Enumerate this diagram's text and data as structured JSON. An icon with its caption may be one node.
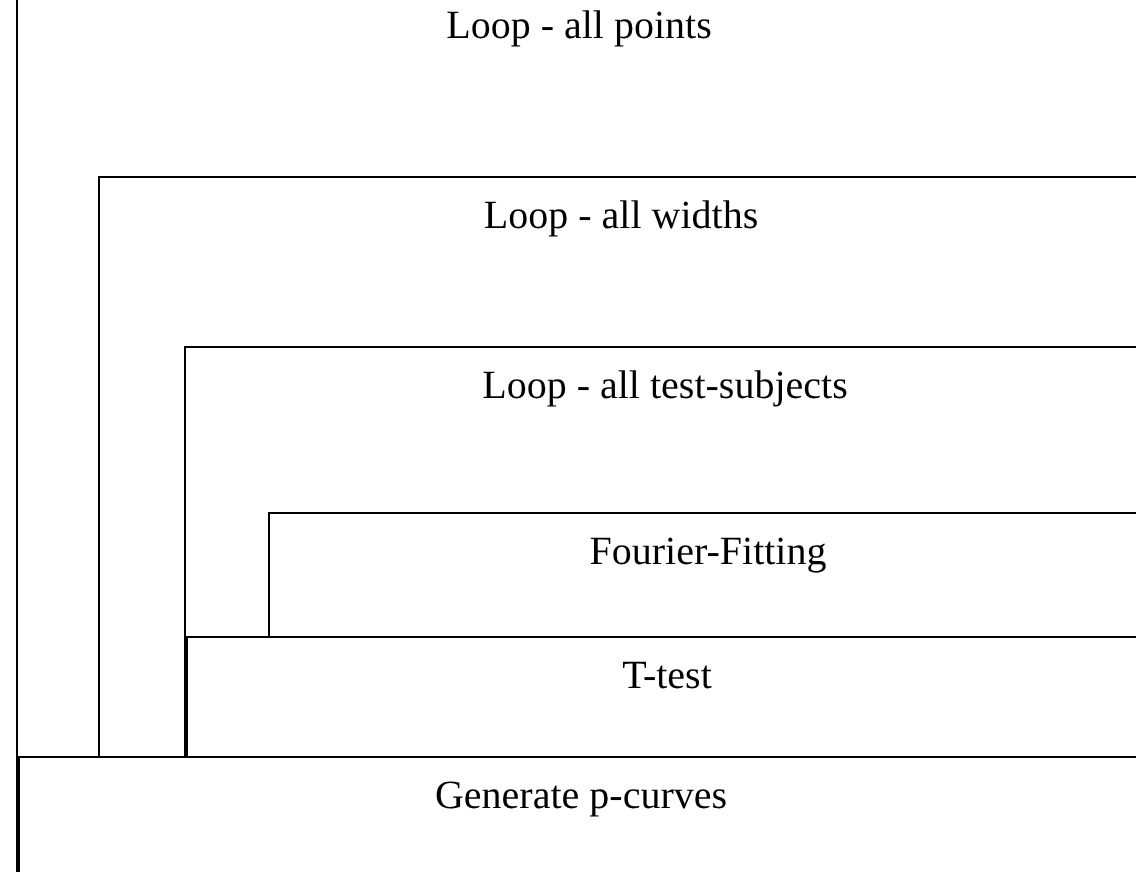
{
  "diagram": {
    "nodes": [
      {
        "text": [
          "Loop - all points"
        ]
      },
      {
        "text": [
          "Loop - all widths"
        ],
        "in": 0
      },
      {
        "text": [
          "Loop - all test-subjects"
        ],
        "in": 1
      },
      {
        "text": [
          "Fourier-Fitting"
        ],
        "in": 2
      },
      {
        "text": [
          "T-test"
        ],
        "in": 2
      },
      {
        "text": [
          "Generate p-curves"
        ],
        "in": 0
      }
    ]
  }
}
